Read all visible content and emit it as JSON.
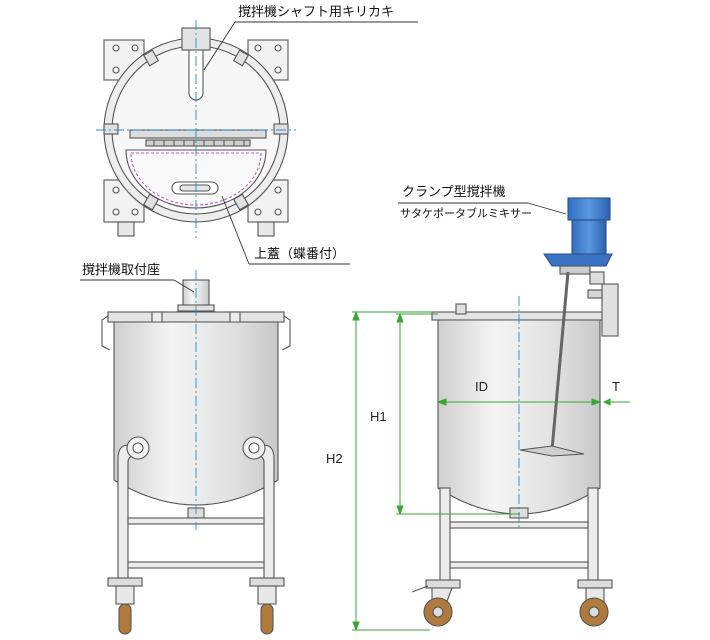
{
  "labels": {
    "shaft_cutout": "撹拌機シャフト用キリカキ",
    "lid": "上蓋（蝶番付）",
    "mixer_mount": "撹拌機取付座",
    "clamp_mixer": "クランプ型撹拌機",
    "clamp_mixer_sub": "サタケポータブルミキサー"
  },
  "dimensions": {
    "id": "ID",
    "t": "T",
    "h1": "H1",
    "h2": "H2"
  },
  "colors": {
    "outline": "#555555",
    "steel": "#e6e6e6",
    "centerline": "#1e8fd6",
    "dimension": "#3aa634",
    "motor": "#3f7fd0",
    "wheel": "#b07a3c",
    "gasket": "#c060c0"
  }
}
